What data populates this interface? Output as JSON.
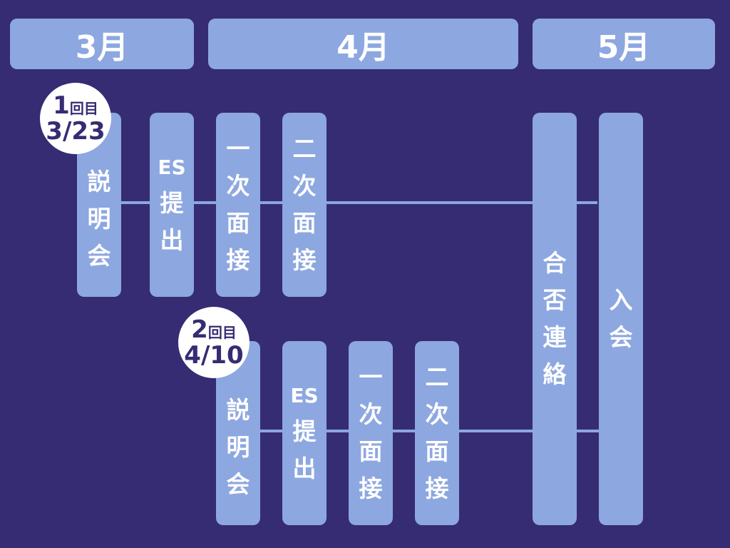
{
  "months": [
    "3月",
    "4月",
    "5月"
  ],
  "track1": {
    "badge": {
      "num": "1",
      "unit": "回目",
      "date": "3/23"
    },
    "steps": {
      "setsumeikai": [
        "説",
        "明",
        "会"
      ],
      "es": [
        "ES",
        "提",
        "出"
      ],
      "interview1": [
        "一",
        "次",
        "面",
        "接"
      ],
      "interview2": [
        "二",
        "次",
        "面",
        "接"
      ]
    }
  },
  "track2": {
    "badge": {
      "num": "2",
      "unit": "回目",
      "date": "4/10"
    },
    "steps": {
      "setsumeikai": [
        "説",
        "明",
        "会"
      ],
      "es": [
        "ES",
        "提",
        "出"
      ],
      "interview1": [
        "一",
        "次",
        "面",
        "接"
      ],
      "interview2": [
        "二",
        "次",
        "面",
        "接"
      ]
    }
  },
  "result": [
    "合",
    "否",
    "連",
    "絡"
  ],
  "join": [
    "入",
    "会"
  ],
  "colors": {
    "background": "#352c73",
    "box": "#8da7e0",
    "text": "#ffffff",
    "badge": "#ffffff"
  }
}
